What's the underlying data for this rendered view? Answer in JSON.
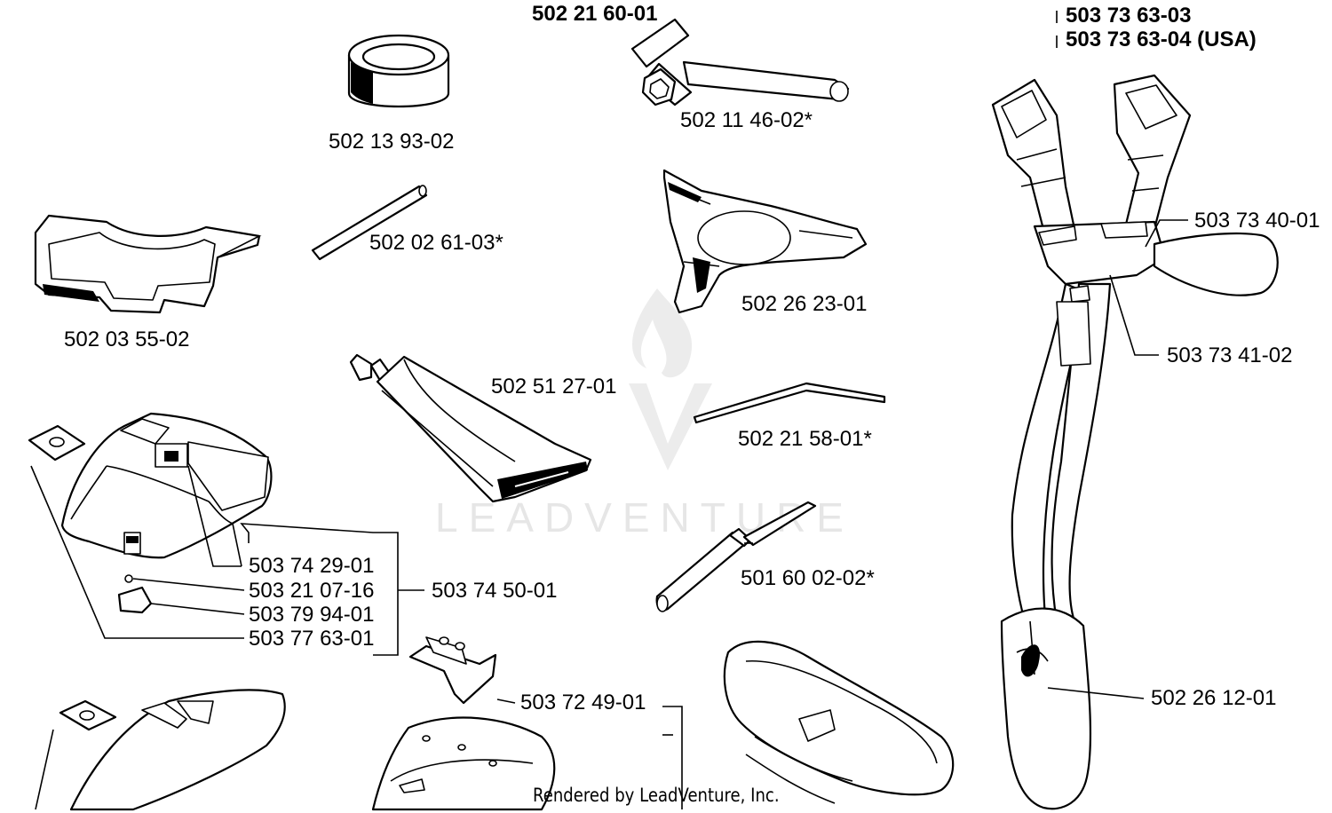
{
  "header": {
    "kit_number": "502 21 60-01",
    "harness_number_1": "503 73 63-03",
    "harness_number_2": "503 73 63-04 (USA)"
  },
  "parts": {
    "bushing": "502 13 93-02",
    "combination_wrench": "502 11 46-02*",
    "rod": "502 02 61-03*",
    "shield_bracket": "502 03 55-02",
    "three_point_blade": "502 26 23-01",
    "grease_tube": "502 51 27-01",
    "hex_key": "502 21 58-01*",
    "file": "501 60 02-02*",
    "harness_buckle": "503 73 40-01",
    "harness_pad": "503 73 41-02",
    "hip_pad": "502 26 12-01",
    "guard_decal": "503 74 29-01",
    "screw": "503 21 07-16",
    "clamp": "503 79 94-01",
    "plate": "503 77 63-01",
    "guard_kit": "503 74 50-01",
    "guard_bracket": "503 72 49-01"
  },
  "watermark": {
    "brand": "LEADVENTURE"
  },
  "footer": {
    "rendered_by": "Rendered by LeadVenture, Inc."
  }
}
